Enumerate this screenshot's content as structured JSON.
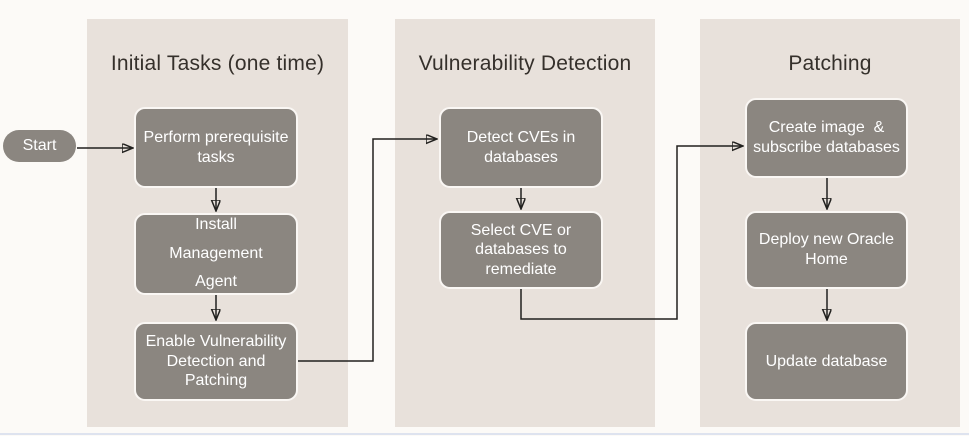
{
  "diagram": {
    "start_label": "Start",
    "lanes": [
      {
        "title": "Initial Tasks (one time)",
        "nodes": [
          "Perform prerequisite\ntasks",
          "Install\nManagement\nAgent",
          "Enable Vulnerability\nDetection and\nPatching"
        ]
      },
      {
        "title": "Vulnerability Detection",
        "nodes": [
          "Detect CVEs in\ndatabases",
          "Select CVE or\ndatabases to\nremediate"
        ]
      },
      {
        "title": "Patching",
        "nodes": [
          "Create image  &\nsubscribe databases",
          "Deploy new Oracle\nHome",
          "Update database"
        ]
      }
    ],
    "colors": {
      "page_bg": "#fcfaf7",
      "lane_bg": "#e8e1db",
      "node_fill": "#8b8680",
      "node_text": "#ffffff",
      "title_text": "#35302b",
      "connector": "#21201e",
      "bottom_rule": "#dee3ef"
    }
  }
}
